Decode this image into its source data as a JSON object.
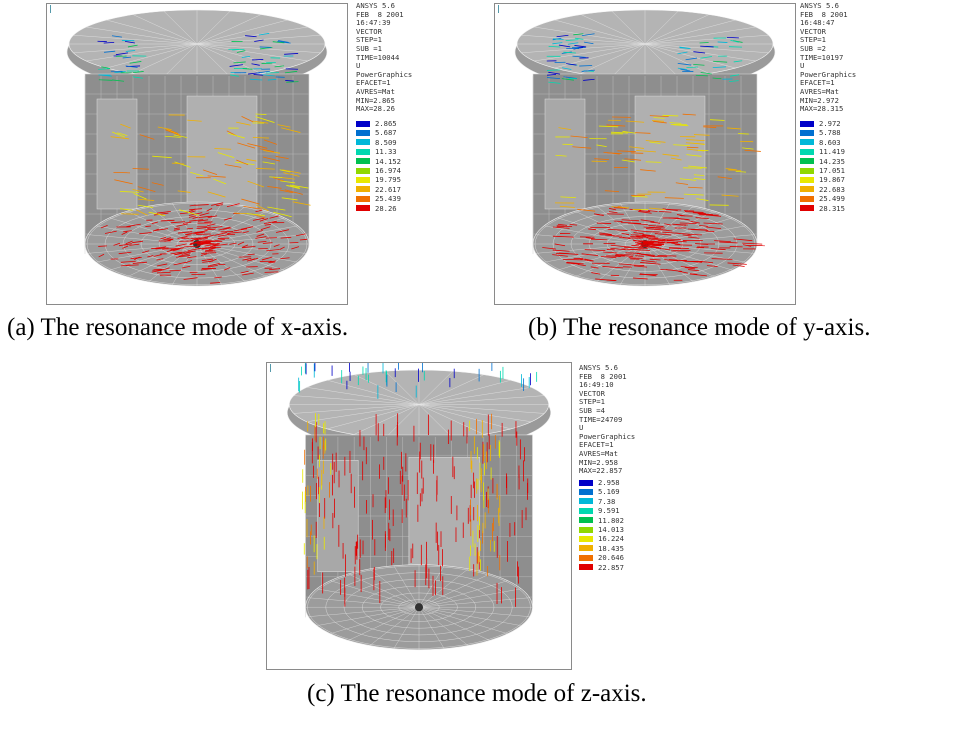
{
  "panels": [
    {
      "id": "a",
      "info_lines": [
        "ANSYS 5.6",
        "FEB  8 2001",
        "16:47:39",
        "VECTOR",
        "STEP=1",
        "SUB =1",
        "TIME=10044",
        "U",
        "PowerGraphics",
        "EFACET=1",
        "AVRES=Mat",
        "MIN=2.865",
        "MAX=28.26"
      ],
      "legend_values": [
        "2.865",
        "5.687",
        "8.509",
        "11.33",
        "14.152",
        "16.974",
        "19.795",
        "22.617",
        "25.439",
        "28.26"
      ],
      "caption": "(a) The resonance mode of x-axis."
    },
    {
      "id": "b",
      "info_lines": [
        "ANSYS 5.6",
        "FEB  8 2001",
        "16:48:47",
        "VECTOR",
        "STEP=1",
        "SUB =2",
        "TIME=10197",
        "U",
        "PowerGraphics",
        "EFACET=1",
        "AVRES=Mat",
        "MIN=2.972",
        "MAX=28.315"
      ],
      "legend_values": [
        "2.972",
        "5.788",
        "8.603",
        "11.419",
        "14.235",
        "17.051",
        "19.867",
        "22.683",
        "25.499",
        "28.315"
      ],
      "caption": "(b) The resonance mode of y-axis."
    },
    {
      "id": "c",
      "info_lines": [
        "ANSYS 5.6",
        "FEB  8 2001",
        "16:49:10",
        "VECTOR",
        "STEP=1",
        "SUB =4",
        "TIME=24709",
        "U",
        "PowerGraphics",
        "EFACET=1",
        "AVRES=Mat",
        "MIN=2.958",
        "MAX=22.857"
      ],
      "legend_values": [
        "2.958",
        "5.169",
        "7.38",
        "9.591",
        "11.802",
        "14.013",
        "16.224",
        "18.435",
        "20.646",
        "22.857"
      ],
      "caption": "(c) The resonance mode of z-axis."
    }
  ],
  "legend_colors": [
    "#0000c8",
    "#0070d0",
    "#00b8d8",
    "#00d8b0",
    "#00c050",
    "#90d800",
    "#e8e800",
    "#f0b000",
    "#f07000",
    "#e00000"
  ]
}
